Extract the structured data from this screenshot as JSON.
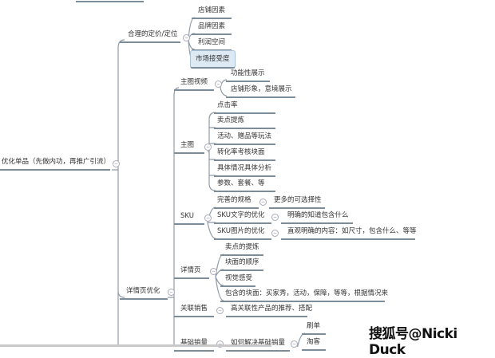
{
  "root": {
    "label": "优化单品（先做内功，再推广引流）"
  },
  "pricing": {
    "label": "合理的定价/定位",
    "children": [
      "店铺因素",
      "品牌因素",
      "利润空间",
      "市场接受度"
    ]
  },
  "detail_opt": {
    "label": "详情页优化",
    "main_video": {
      "label": "主图视频",
      "children": [
        "功能性展示",
        "店铺形象，意境展示"
      ]
    },
    "main_image": {
      "label": "主图",
      "children": [
        "点击率",
        "卖点提炼",
        "活动、赠品等玩法",
        "转化率考核块面",
        "具体情况具体分析",
        "参数、套餐、等"
      ]
    },
    "sku": {
      "label": "SKU",
      "children": [
        {
          "label": "完善的规格",
          "child": "更多的可选择性"
        },
        {
          "label": "SKU文字的优化",
          "child": "明确的知道包含什么"
        },
        {
          "label": "SKU图片的优化",
          "child": "直观明确的内容：如尺寸，包含什么、等等"
        }
      ]
    },
    "detail_page": {
      "label": "详情页",
      "children": [
        "卖点的提炼",
        "块面的顺序",
        "视觉感受",
        "包含的块面：买家秀，活动，保障，等等，根据情况来"
      ]
    },
    "related": {
      "label": "关联销售",
      "child": "高关联性产品的推荐、搭配"
    },
    "base_sales": {
      "label": "基础销量",
      "child": {
        "label": "如何解决基础销量",
        "children": [
          "刷单",
          "淘客"
        ]
      }
    }
  },
  "watermark": "搜狐号@Nicki Duck",
  "colors": {
    "line": "#7d8c99",
    "highlight": "#dde9f3"
  }
}
